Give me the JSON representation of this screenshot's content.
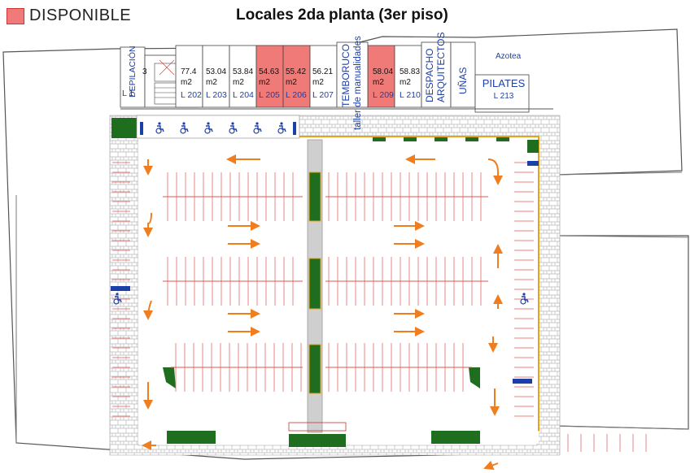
{
  "legend": {
    "label": "DISPONIBLE",
    "color": "#f07a78"
  },
  "title": "Locales 2da planta (3er piso)",
  "colors": {
    "available": "#f07a78",
    "greenery": "#1f6e1f",
    "parking_line": "#e05555",
    "arrow": "#f07d1e",
    "road_border": "#e8a21a",
    "label_blue": "#1d3fa8"
  },
  "units": [
    {
      "area": "77.4",
      "unit": "m2",
      "code": "L 202",
      "available": false
    },
    {
      "area": "53.04",
      "unit": "m2",
      "code": "L 203",
      "available": false
    },
    {
      "area": "53.84",
      "unit": "m2",
      "code": "L 204",
      "available": false
    },
    {
      "area": "54.63",
      "unit": "m2",
      "code": "L 205",
      "available": true
    },
    {
      "area": "55.42",
      "unit": "m2",
      "code": "L 206",
      "available": true
    },
    {
      "area": "56.21",
      "unit": "m2",
      "code": "L 207",
      "available": false
    },
    {
      "area": "58.04",
      "unit": "m2",
      "code": "L 209",
      "available": true
    },
    {
      "area": "58.83",
      "unit": "m2",
      "code": "L 210",
      "available": false
    }
  ],
  "misc": {
    "depilacion": "DEPILACIÓN",
    "l1_code": "L 1",
    "three": "3",
    "temboruco": "TEMBORUCO",
    "taller": "taller de manualidades",
    "despacho": "DESPACHO",
    "arquitectos": "ARQUITECTOS",
    "unas": "UÑAS",
    "azotea": "Azotea",
    "pilates": "PILATES",
    "pilates_code": "L 213"
  },
  "icons": {
    "accessible": "wheelchair-icon",
    "direction": "arrow-icon"
  }
}
